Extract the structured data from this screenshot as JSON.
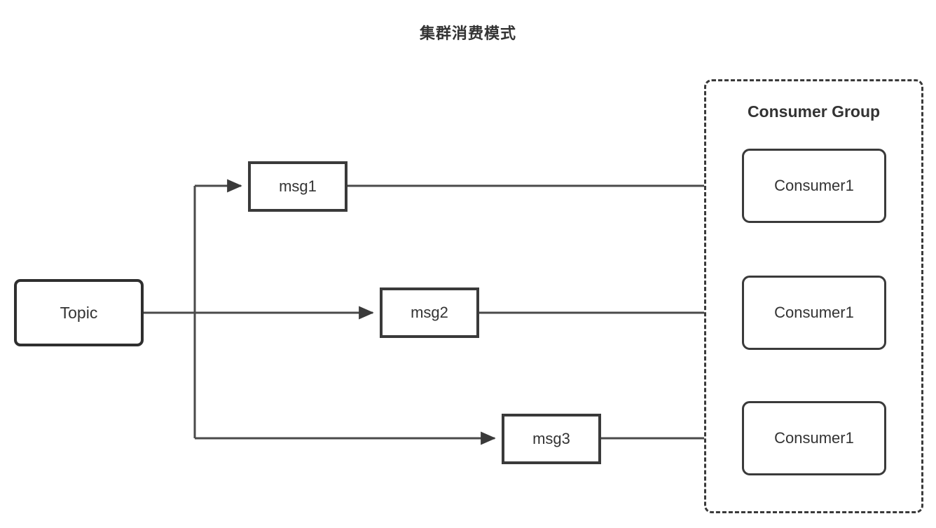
{
  "diagram": {
    "title": "集群消费模式",
    "colors": {
      "background": "#ffffff",
      "stroke": "#3a3a3a",
      "text": "#333333",
      "node_fill": "#ffffff"
    },
    "source": {
      "label": "Topic"
    },
    "messages": [
      {
        "label": "msg1"
      },
      {
        "label": "msg2"
      },
      {
        "label": "msg3"
      }
    ],
    "group": {
      "label": "Consumer Group",
      "border_style": "dashed",
      "consumers": [
        {
          "label": "Consumer1"
        },
        {
          "label": "Consumer1"
        },
        {
          "label": "Consumer1"
        }
      ]
    },
    "edges": [
      {
        "from": "Topic",
        "to": "msg1",
        "arrow": true
      },
      {
        "from": "Topic",
        "to": "msg2",
        "arrow": true
      },
      {
        "from": "Topic",
        "to": "msg3",
        "arrow": true
      },
      {
        "from": "msg1",
        "to": "Consumer1",
        "arrow": true
      },
      {
        "from": "msg2",
        "to": "Consumer1",
        "arrow": true
      },
      {
        "from": "msg3",
        "to": "Consumer1",
        "arrow": true
      }
    ]
  }
}
